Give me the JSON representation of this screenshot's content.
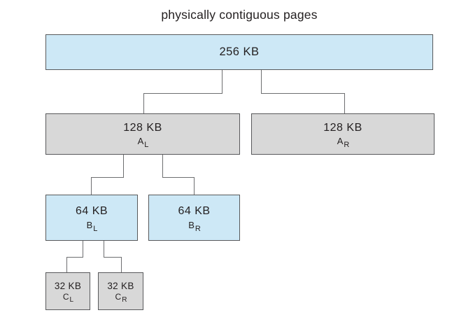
{
  "title": "physically contiguous pages",
  "colors": {
    "block_blue": "#cde8f6",
    "block_gray": "#d8d8d8",
    "block_border": "#58595b",
    "connector_line": "#6d6e70",
    "text": "#231f20"
  },
  "blocks": {
    "root": {
      "size": "256 KB"
    },
    "level2": [
      {
        "size": "128 KB",
        "name": "A",
        "sub": "L"
      },
      {
        "size": "128 KB",
        "name": "A",
        "sub": "R"
      }
    ],
    "level3": [
      {
        "size": "64 KB",
        "name": "B",
        "sub": "L"
      },
      {
        "size": "64 KB",
        "name": "B",
        "sub": "R"
      }
    ],
    "level4": [
      {
        "size": "32 KB",
        "name": "C",
        "sub": "L"
      },
      {
        "size": "32 KB",
        "name": "C",
        "sub": "R"
      }
    ]
  }
}
